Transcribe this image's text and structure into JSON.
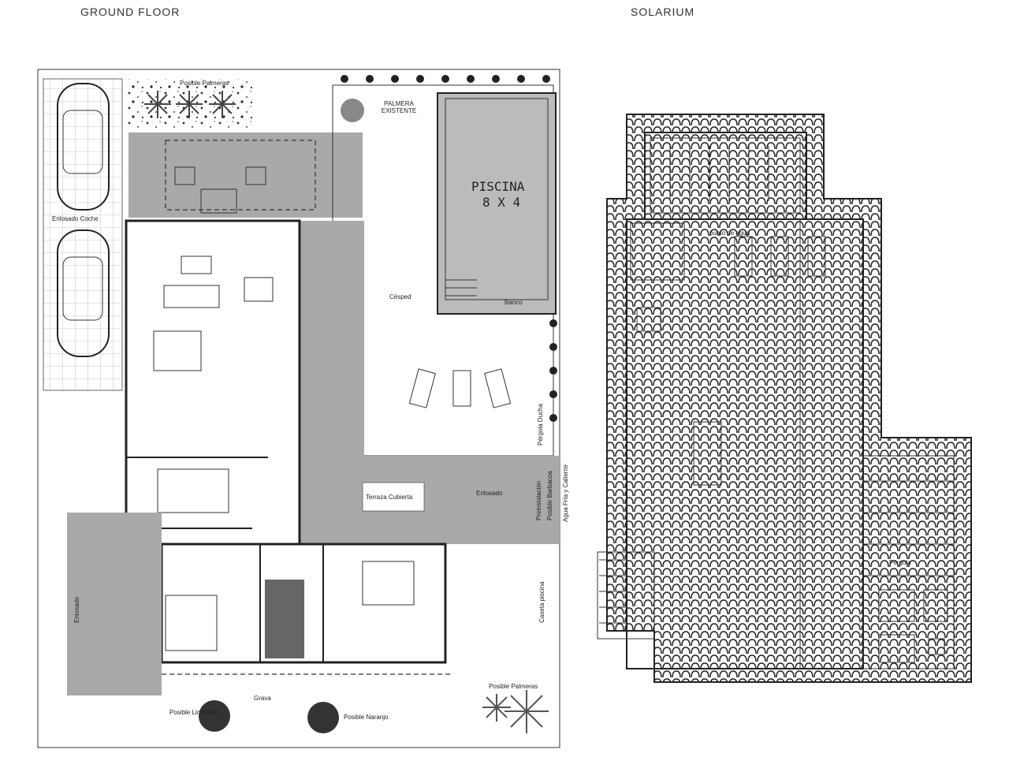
{
  "titles": {
    "ground_floor": "GROUND FLOOR",
    "solarium": "SOLARIUM"
  },
  "ground_floor": {
    "labels": {
      "posible_palmeras_top": "Posible Palmeras",
      "palmera_existente": "PALMERA EXISTENTE",
      "piscina": "PISCINA",
      "piscina_size": "8 X 4",
      "cesped": "Césped",
      "banco": "Banco",
      "enlosado_coche": "Enlosado Coche",
      "terraza_cubierta": "Terraza Cubierta",
      "enlosado_right": "Enlosado",
      "preinstalacion": "Preinstalación",
      "posible_barbacoa": "Posible Barbacoa",
      "agua": "Agua Fría y Caliente",
      "ducha": "Pérgola Ducha",
      "caseta_piscina": "Caseta piscina",
      "enlosado_left": "Enlosado",
      "grava": "Grava",
      "posible_limonero": "Posible Limonero",
      "posible_naranjo": "Posible Naranjo",
      "posible_palmeras_bottom": "Posible Palmeras"
    }
  },
  "solarium": {
    "labels": {
      "punto_de_agua": "punto de agua",
      "pergola": "Pérgola"
    }
  },
  "colors": {
    "paving": "#a9a9a9",
    "lines": "#222222",
    "background": "#ffffff"
  }
}
